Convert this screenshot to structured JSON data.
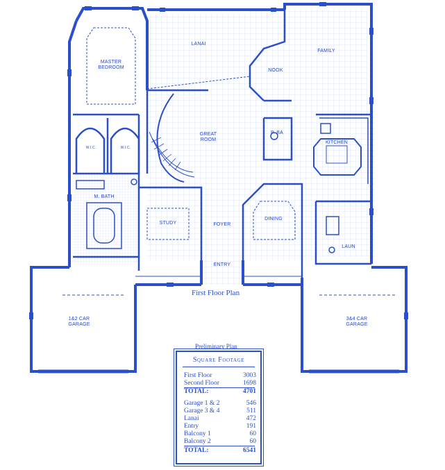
{
  "colors": {
    "ink": "#2b4fc9",
    "tile": "#c9d3ef",
    "paper": "#ffffff"
  },
  "rooms": {
    "master_bedroom": "MASTER BEDROOM",
    "lanai": "LANAI",
    "family": "FAMILY",
    "nook": "NOOK",
    "great_room": "GREAT ROOM",
    "psa": "P. BA",
    "kitchen": "KITCHEN",
    "wic_left": "W.I.C.",
    "wic_right": "W.I.C.",
    "m_bath": "M. BATH",
    "study": "STUDY",
    "foyer": "FOYER",
    "dining": "DINING",
    "entry": "ENTRY",
    "laun": "LAUN",
    "garage_12": "1&2 CAR GARAGE",
    "garage_34": "3&4 CAR GARAGE"
  },
  "caption": "First Floor Plan",
  "preliminary": "Preliminary Plan",
  "square_footage": {
    "title": "Square Footage",
    "rows": [
      {
        "label": "First Floor",
        "value": "3003"
      },
      {
        "label": "Second Floor",
        "value": "1698"
      },
      {
        "label": "TOTAL:",
        "value": "4701"
      },
      {
        "label": "Garage 1 & 2",
        "value": "546"
      },
      {
        "label": "Garage 3 & 4",
        "value": "511"
      },
      {
        "label": "Lanai",
        "value": "472"
      },
      {
        "label": "Entry",
        "value": "191"
      },
      {
        "label": "Balcony 1",
        "value": "60"
      },
      {
        "label": "Balcony 2",
        "value": "60"
      },
      {
        "label": "TOTAL:",
        "value": "6541"
      }
    ]
  }
}
